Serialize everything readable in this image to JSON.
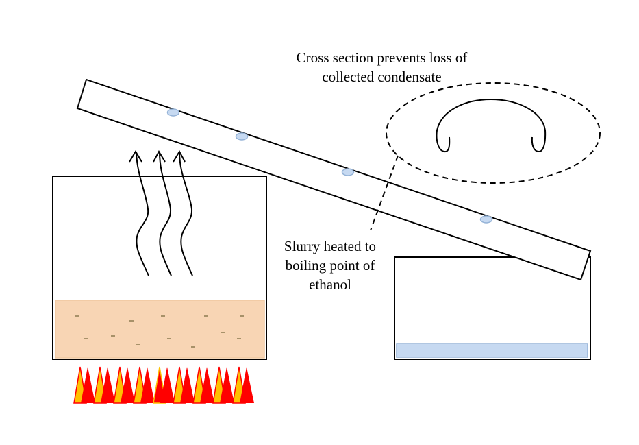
{
  "labels": {
    "cross_section_line1": "Cross section prevents loss of",
    "cross_section_line2": "collected condensate",
    "slurry_line1": "Slurry heated to",
    "slurry_line2": "boiling point of",
    "slurry_line3": "ethanol"
  },
  "colors": {
    "slurry_fill": "#f8d5b4",
    "slurry_border": "#f0c8a0",
    "speck": "#8c7a50",
    "droplet_fill": "#c6d9f1",
    "droplet_border": "#95b3d7",
    "collected_liquid": "#c6d9f1",
    "flame_outer": "#ff0000",
    "flame_inner": "#ffc000",
    "stroke": "#000000"
  },
  "components": {
    "boiling_vessel": "Vessel containing slurry",
    "condenser_tube": "Inclined condenser tube with condensate droplets",
    "collection_vessel": "Vessel with collected ethanol",
    "heat_source": "Flames",
    "vapor": "Rising vapor arrows",
    "cross_section_callout": "Dashed ellipse showing C-shaped cross section"
  },
  "counts": {
    "droplets": 4,
    "vapor_arrows": 3,
    "flames": 9
  }
}
